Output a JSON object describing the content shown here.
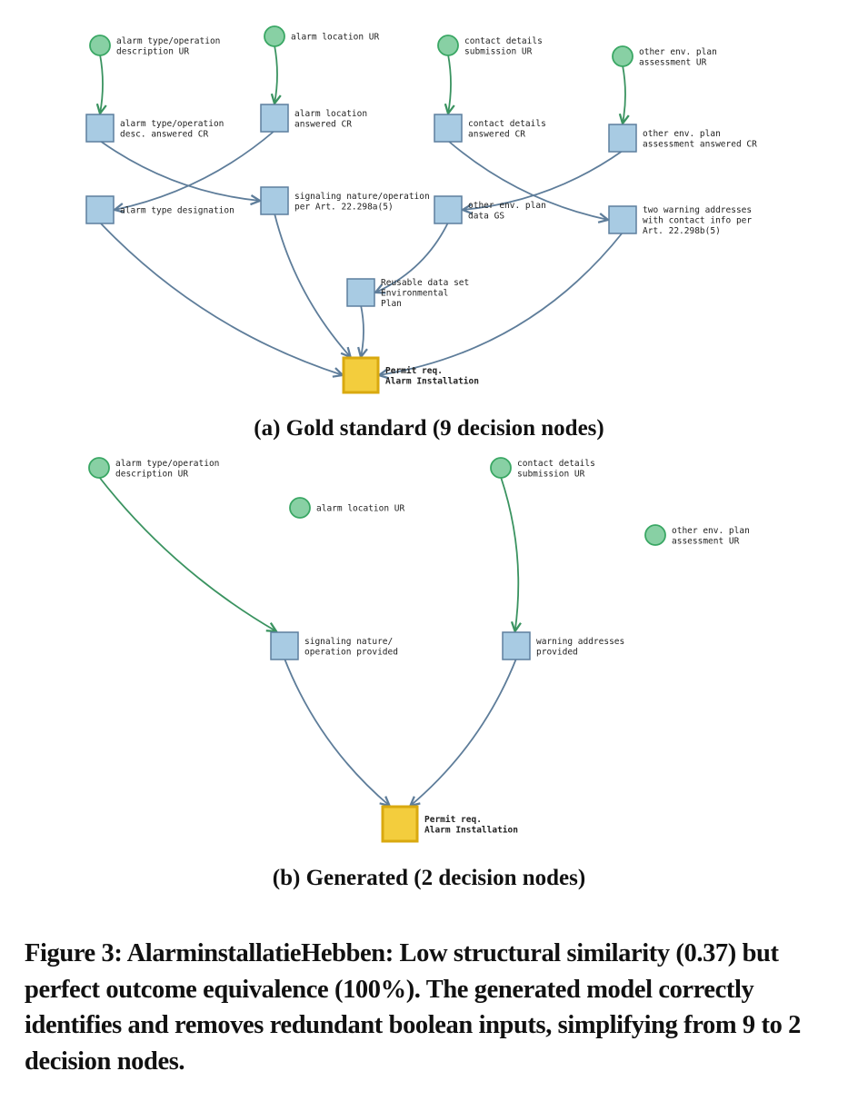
{
  "colors": {
    "input_fill": "#88d0a4",
    "input_stroke": "#3aa764",
    "decision_fill": "#a8cbe3",
    "decision_stroke": "#5d7f9e",
    "output_fill": "#f3cd3d",
    "output_stroke": "#d9a90f",
    "edge_input": "#3a9360",
    "edge_decision": "#5e7d9a"
  },
  "gold": {
    "subcaption": "(a) Gold standard (9 decision nodes)",
    "nodes": [
      {
        "id": "in1",
        "type": "input",
        "lines": [
          "alarm type/operation",
          "description UR"
        ]
      },
      {
        "id": "in2",
        "type": "input",
        "lines": [
          "alarm location UR"
        ]
      },
      {
        "id": "in3",
        "type": "input",
        "lines": [
          "contact details",
          "submission UR"
        ]
      },
      {
        "id": "in4",
        "type": "input",
        "lines": [
          "other env. plan",
          "assessment UR"
        ]
      },
      {
        "id": "d1",
        "type": "decision",
        "lines": [
          "alarm type/operation",
          "desc. answered CR"
        ]
      },
      {
        "id": "d2",
        "type": "decision",
        "lines": [
          "alarm location",
          "answered CR"
        ]
      },
      {
        "id": "d3",
        "type": "decision",
        "lines": [
          "contact details",
          "answered CR"
        ]
      },
      {
        "id": "d4",
        "type": "decision",
        "lines": [
          "other env. plan",
          "assessment answered CR"
        ]
      },
      {
        "id": "d5",
        "type": "decision",
        "lines": [
          "alarm type designation"
        ]
      },
      {
        "id": "d6",
        "type": "decision",
        "lines": [
          "signaling nature/operation",
          "per Art. 22.298a(5)"
        ]
      },
      {
        "id": "d7",
        "type": "decision",
        "lines": [
          "other env. plan",
          "data GS"
        ]
      },
      {
        "id": "d8",
        "type": "decision",
        "lines": [
          "two warning addresses",
          "with contact info per",
          "Art. 22.298b(5)"
        ]
      },
      {
        "id": "d9",
        "type": "decision",
        "lines": [
          "Reusable data set",
          "Environmental",
          "Plan"
        ]
      },
      {
        "id": "out",
        "type": "output",
        "lines": [
          "Permit req.",
          "Alarm Installation"
        ]
      }
    ],
    "edges": [
      [
        "in1",
        "d1"
      ],
      [
        "in2",
        "d2"
      ],
      [
        "in3",
        "d3"
      ],
      [
        "in4",
        "d4"
      ],
      [
        "d1",
        "d6"
      ],
      [
        "d2",
        "d5"
      ],
      [
        "d3",
        "d8"
      ],
      [
        "d4",
        "d7"
      ],
      [
        "d7",
        "d9"
      ],
      [
        "d5",
        "out"
      ],
      [
        "d6",
        "out"
      ],
      [
        "d9",
        "out"
      ],
      [
        "d8",
        "out"
      ]
    ]
  },
  "generated": {
    "subcaption": "(b) Generated (2 decision nodes)",
    "nodes": [
      {
        "id": "in1",
        "type": "input",
        "lines": [
          "alarm type/operation",
          "description UR"
        ]
      },
      {
        "id": "in2",
        "type": "input",
        "lines": [
          "alarm location UR"
        ]
      },
      {
        "id": "in3",
        "type": "input",
        "lines": [
          "contact details",
          "submission UR"
        ]
      },
      {
        "id": "in4",
        "type": "input",
        "lines": [
          "other env. plan",
          "assessment UR"
        ]
      },
      {
        "id": "d1",
        "type": "decision",
        "lines": [
          "signaling nature/",
          "operation provided"
        ]
      },
      {
        "id": "d2",
        "type": "decision",
        "lines": [
          "warning addresses",
          "provided"
        ]
      },
      {
        "id": "out",
        "type": "output",
        "lines": [
          "Permit req.",
          "Alarm Installation"
        ]
      }
    ],
    "edges": [
      [
        "in1",
        "d1"
      ],
      [
        "in3",
        "d2"
      ],
      [
        "d1",
        "out"
      ],
      [
        "d2",
        "out"
      ]
    ]
  },
  "caption": "Figure 3: AlarminstallatieHebben: Low structural similarity (0.37) but perfect outcome equivalence (100%). The generated model correctly identifies and removes redundant boolean inputs, simplifying from 9 to 2 decision nodes."
}
